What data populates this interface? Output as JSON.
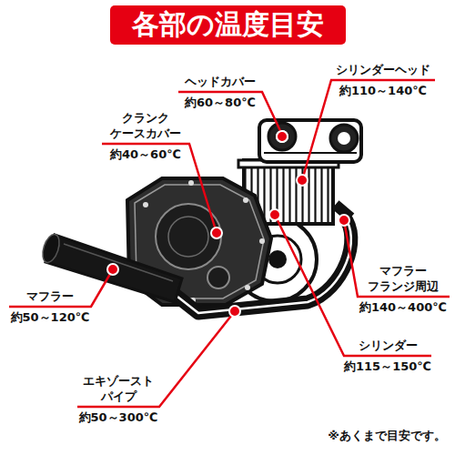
{
  "diagram": {
    "title": "各部の温度目安",
    "labels": [
      "ヘッドカバー",
      "約60～80℃",
      "シリンダーヘッド",
      "約110～140℃",
      "クランク ケースカバー",
      "約40～60℃",
      "マフラー フランジ周辺",
      "約140～400℃",
      "マフラー",
      "約50～120℃",
      "シリンダー",
      "約115～150℃",
      "エキゾースト パイプ",
      "約50～300℃",
      "※あくまで目安です。"
    ]
  }
}
